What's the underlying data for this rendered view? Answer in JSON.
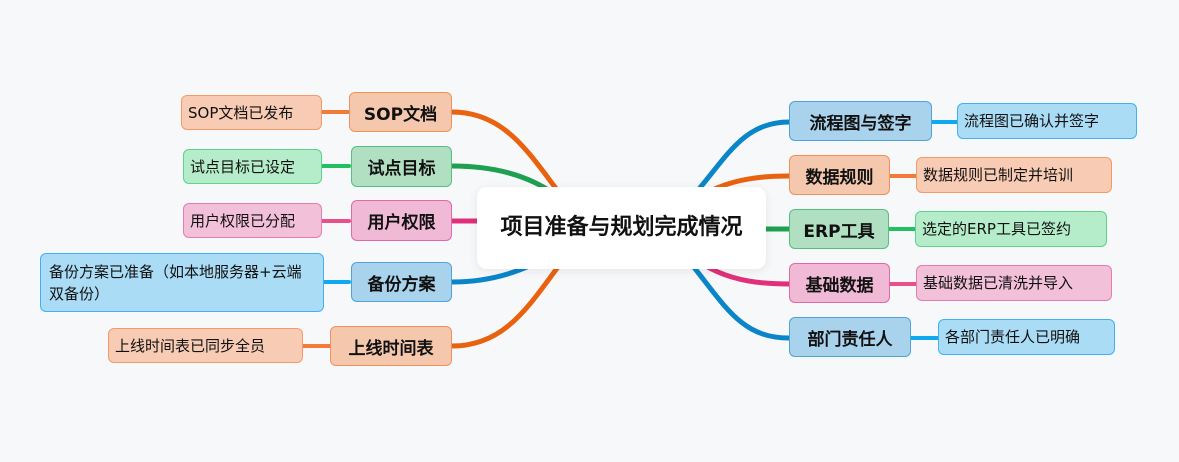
{
  "center": {
    "title": "项目准备与规划完成情况"
  },
  "left_branches": [
    {
      "label": "SOP文档",
      "detail": "SOP文档已发布",
      "color": "#e8620f"
    },
    {
      "label": "试点目标",
      "detail": "试点目标已设定",
      "color": "#1ea050"
    },
    {
      "label": "用户权限",
      "detail": "用户权限已分配",
      "color": "#e0307a"
    },
    {
      "label": "备份方案",
      "detail": "备份方案已准备（如本地服务器+云端双备份）",
      "color": "#0a86c8"
    },
    {
      "label": "上线时间表",
      "detail": "上线时间表已同步全员",
      "color": "#e8620f"
    }
  ],
  "right_branches": [
    {
      "label": "流程图与签字",
      "detail": "流程图已确认并签字",
      "color": "#0a86c8"
    },
    {
      "label": "数据规则",
      "detail": "数据规则已制定并培训",
      "color": "#e8620f"
    },
    {
      "label": "ERP工具",
      "detail": "选定的ERP工具已签约",
      "color": "#1ea050"
    },
    {
      "label": "基础数据",
      "detail": "基础数据已清洗并导入",
      "color": "#e0307a"
    },
    {
      "label": "部门责任人",
      "detail": "各部门责任人已明确",
      "color": "#0a86c8"
    }
  ]
}
